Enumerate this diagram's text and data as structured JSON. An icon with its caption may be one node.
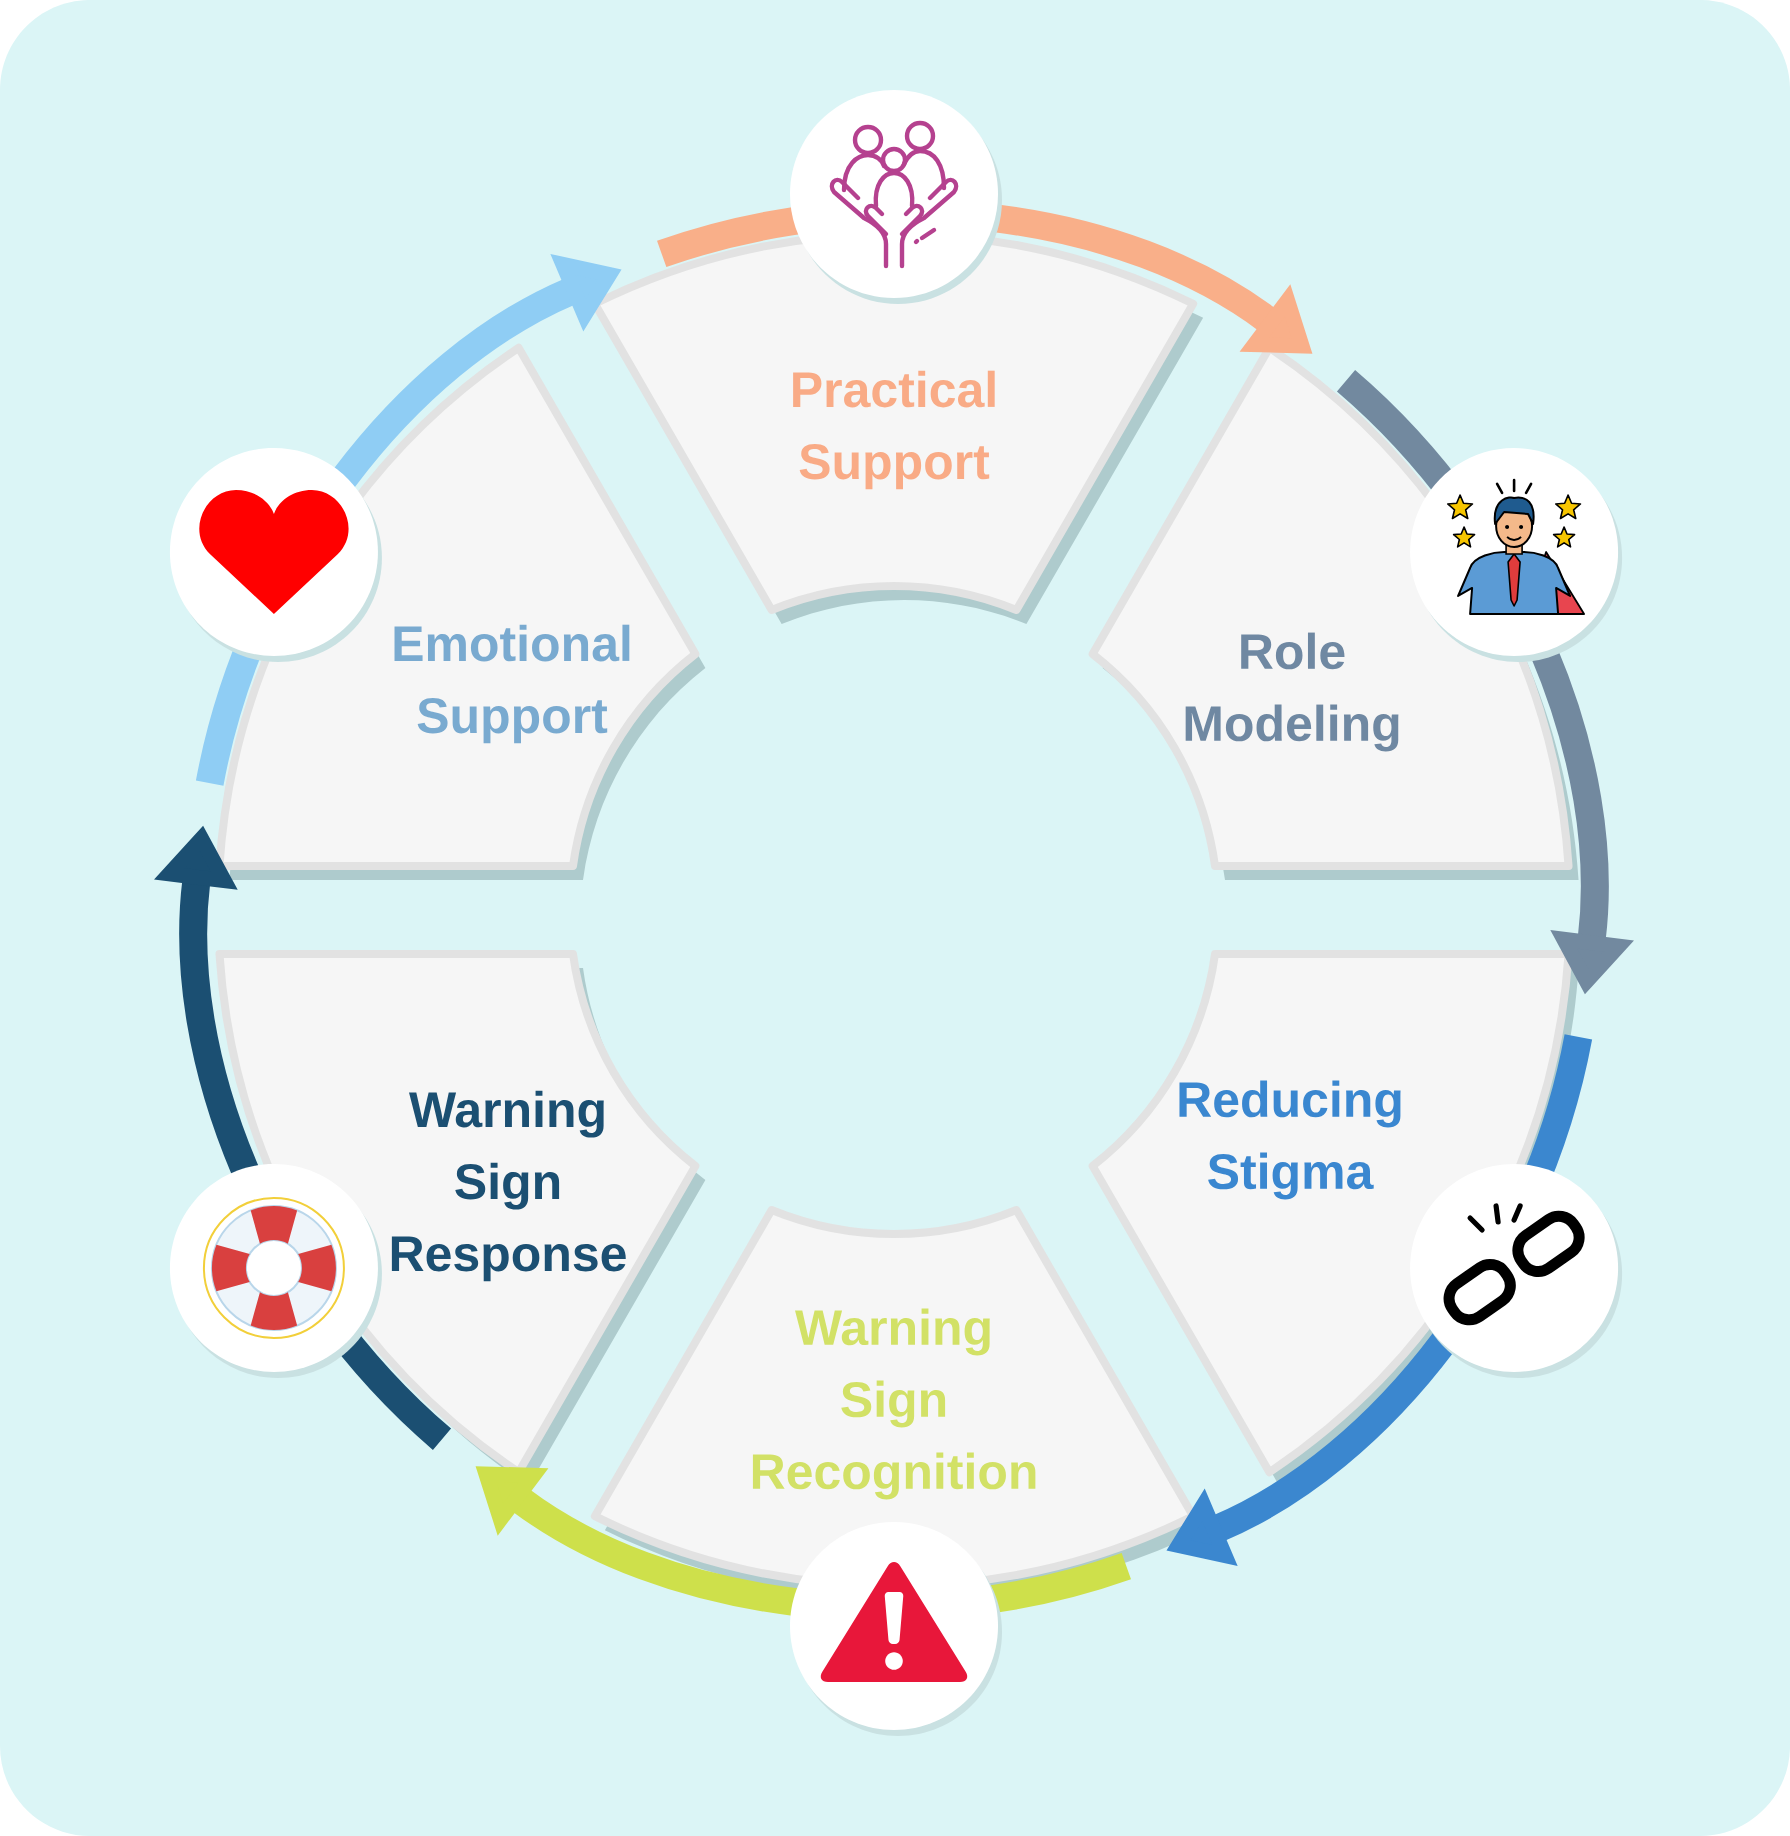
{
  "diagram": {
    "nodes": [
      {
        "text": [
          "Practical Support"
        ]
      },
      {
        "text": [
          "Role Modeling"
        ]
      },
      {
        "text": [
          "Reducing Stigma"
        ]
      },
      {
        "text": [
          "Warning Sign Recognition"
        ]
      },
      {
        "text": [
          "Warning Sign Response"
        ]
      },
      {
        "text": [
          "Emotional Support"
        ]
      }
    ],
    "edges": [
      {
        "from": 0,
        "to": 1,
        "arrow": "to",
        "color": "#f9af89"
      },
      {
        "from": 1,
        "to": 2,
        "arrow": "to",
        "color": "#72899f"
      },
      {
        "from": 2,
        "to": 3,
        "arrow": "to",
        "color": "#3b87cf"
      },
      {
        "from": 3,
        "to": 4,
        "arrow": "to",
        "color": "#cee04b"
      },
      {
        "from": 4,
        "to": 5,
        "arrow": "to",
        "color": "#1b4f72"
      },
      {
        "from": 5,
        "to": 0,
        "arrow": "to",
        "color": "#8fcdf4"
      }
    ]
  }
}
